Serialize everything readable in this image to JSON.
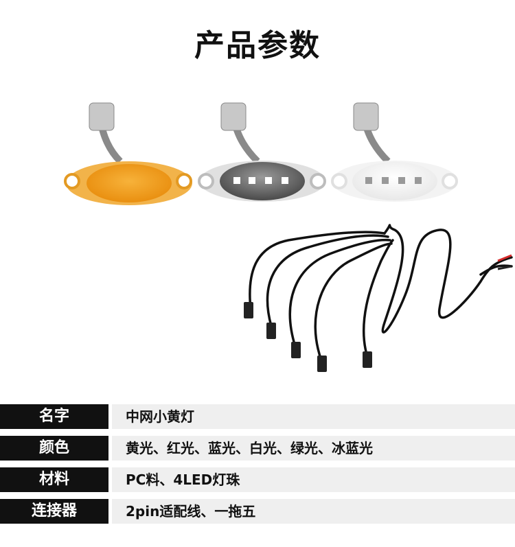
{
  "title": "产品参数",
  "specs": [
    {
      "label": "名字",
      "value": "中网小黄灯"
    },
    {
      "label": "颜色",
      "value": "黄光、红光、蓝光、白光、绿光、冰蓝光"
    },
    {
      "label": "材料",
      "value": "PC料、4LED灯珠"
    },
    {
      "label": "连接器",
      "value": "2pin适配线、一拖五"
    }
  ],
  "colors": {
    "amber_lens": "#f5a21c",
    "smoke_lens": "#6e6e6e",
    "clear_lens": "#f4f4f4",
    "cable": "#111111",
    "label_bg": "#111111",
    "value_bg": "#efefef"
  }
}
